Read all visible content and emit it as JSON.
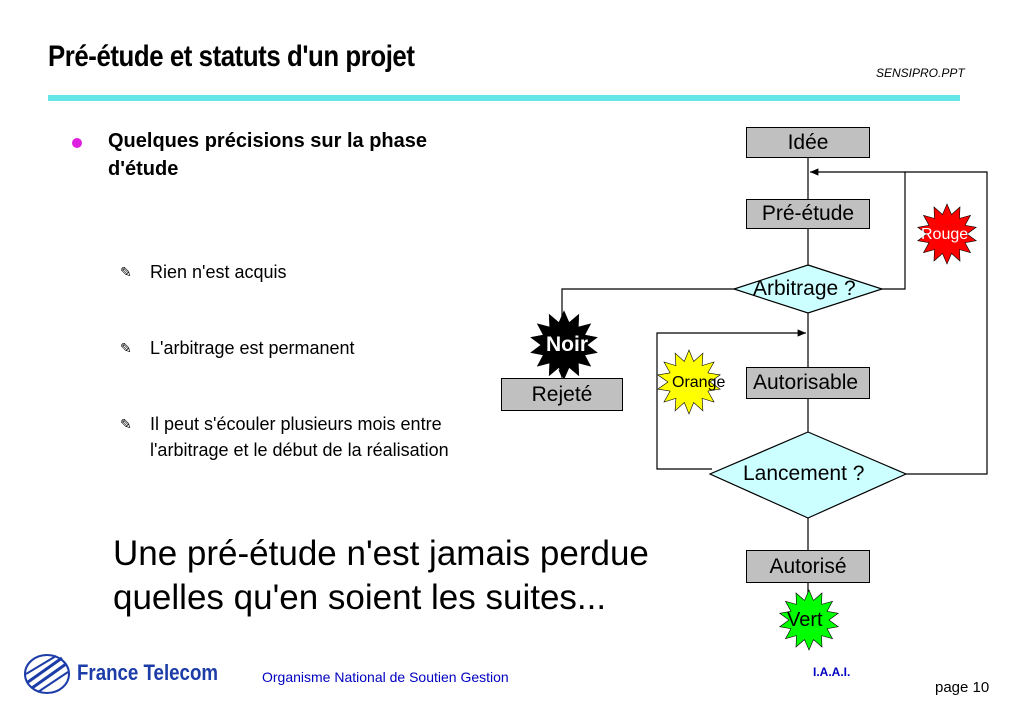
{
  "slide": {
    "title": "Pré-étude et statuts d'un projet",
    "file_tag": "SENSIPRO.PPT",
    "main_bullet": "Quelques précisions sur la phase d'étude",
    "sub_bullets": [
      {
        "arrow": "✎",
        "text": "Rien n'est acquis"
      },
      {
        "arrow": "✎",
        "text": "L'arbitrage est permanent"
      },
      {
        "arrow": "✎",
        "text": "Il peut s'écouler plusieurs mois entre l'arbitrage et le début de la réalisation"
      }
    ],
    "conclusion_line1": "Une pré-étude n'est jamais perdue",
    "conclusion_line2": "quelles qu'en soient les suites..."
  },
  "flowchart": {
    "idee": "Idée",
    "pre_etude": "Pré-étude",
    "arbitrage": "Arbitrage ?",
    "autorisable": "Autorisable",
    "lancement": "Lancement ?",
    "autorise": "Autorisé",
    "rejete": "Rejeté",
    "stars": {
      "rouge": "Rouge",
      "noir": "Noir",
      "orange": "Orange",
      "vert": "Vert"
    }
  },
  "colors": {
    "title_rule": "#66e6e6",
    "bullet": "#e020e0",
    "box_fill": "#c0c0c0",
    "diamond_fill": "#ccffff",
    "star_red": "#ff0000",
    "star_black": "#000000",
    "star_yellow": "#ffff00",
    "star_green": "#00ff00",
    "footer_blue": "#0000c0"
  },
  "footer": {
    "logo_text": "France Telecom",
    "logo_icon": "france-telecom-globe-icon",
    "organisation": "Organisme National de Soutien Gestion",
    "iaai": "I.A.A.I.",
    "page": "page 10"
  }
}
